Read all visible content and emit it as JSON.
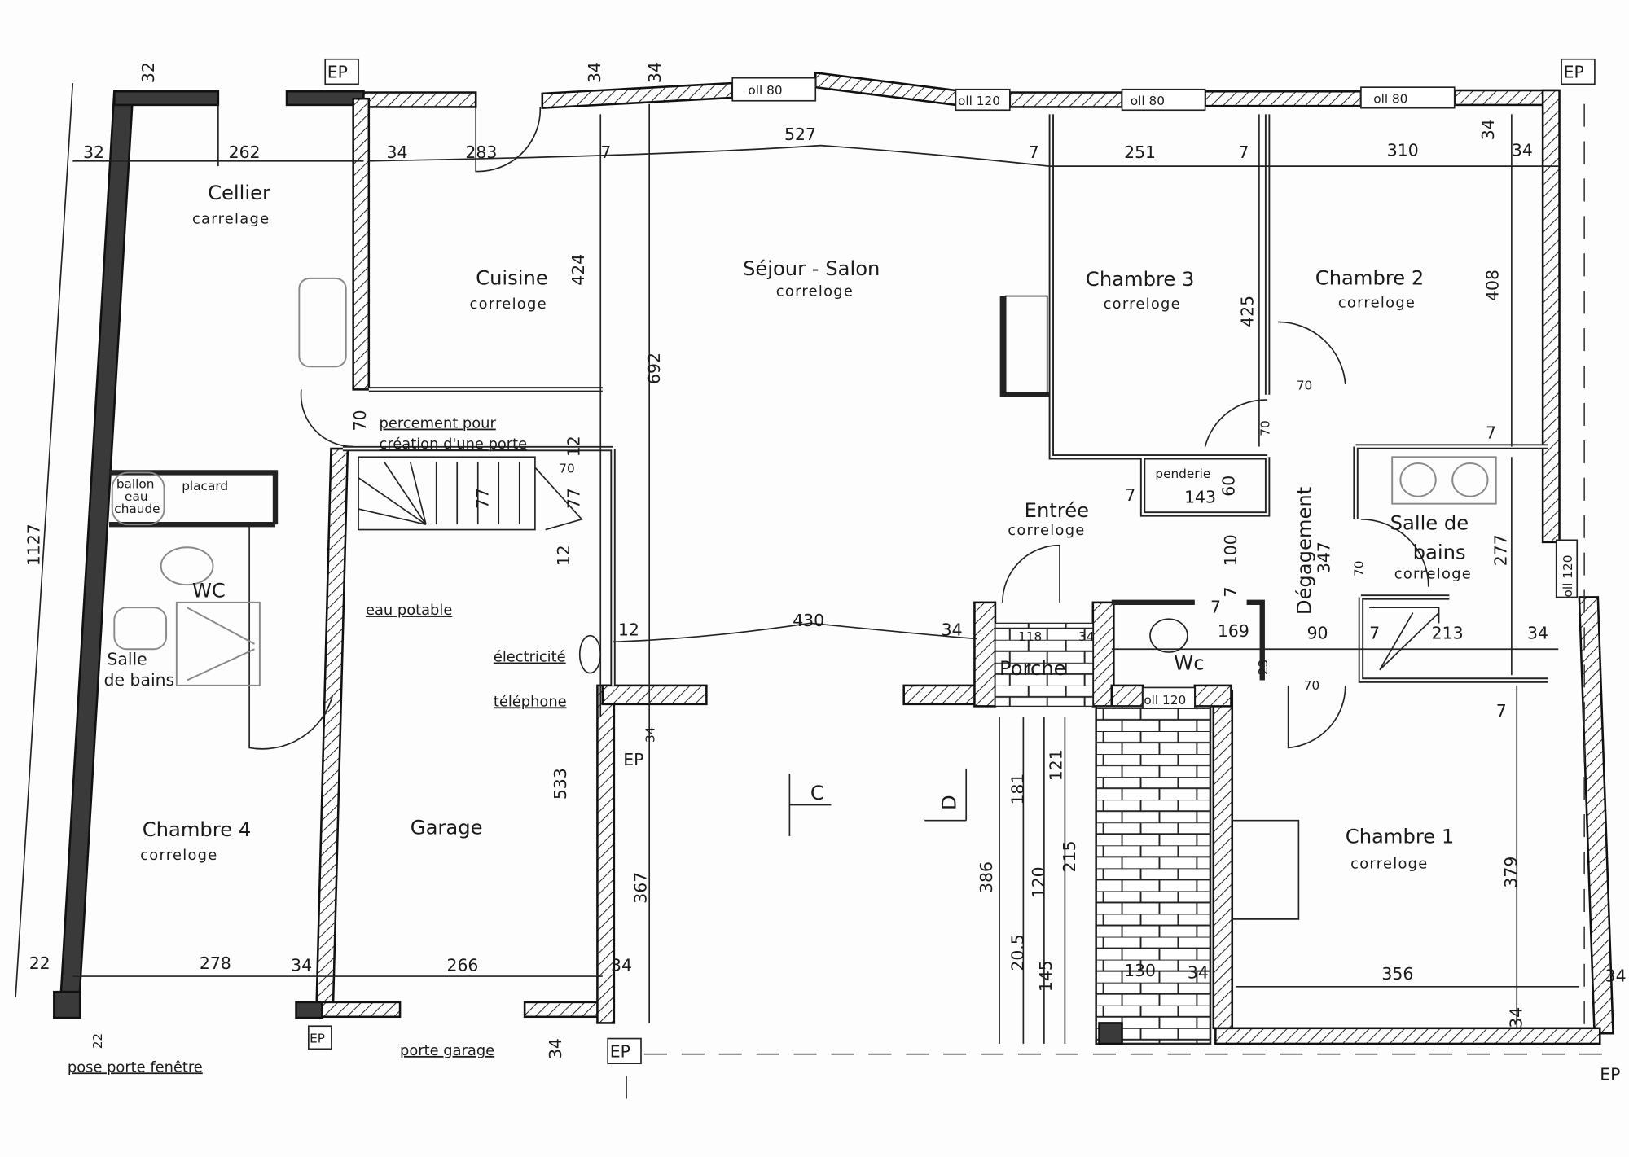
{
  "rooms": [
    {
      "name": "Cellier",
      "floor": "carrelage"
    },
    {
      "name": "Cuisine",
      "floor": "correloge"
    },
    {
      "name": "Séjour - Salon",
      "floor": "correloge"
    },
    {
      "name": "Chambre 3",
      "floor": "correloge"
    },
    {
      "name": "Chambre 2",
      "floor": "correloge"
    },
    {
      "name": "Entrée",
      "floor": "correloge"
    },
    {
      "name": "Dégagement",
      "floor": ""
    },
    {
      "name": "Salle de",
      "floor": "correloge",
      "name2": "bains"
    },
    {
      "name": "Chambre 4",
      "floor": "correloge"
    },
    {
      "name": "Garage",
      "floor": ""
    },
    {
      "name": "Chambre 1",
      "floor": "correloge"
    },
    {
      "name": "Porche",
      "floor": ""
    },
    {
      "name": "Wc",
      "floor": ""
    },
    {
      "name": "WC",
      "floor": ""
    },
    {
      "name": "Salle",
      "floor": "",
      "name2": "de bains"
    },
    {
      "name": "penderie",
      "floor": ""
    }
  ],
  "annotations": {
    "percement": "percement pour",
    "percement2": "création d'une porte",
    "placard": "placard",
    "ballon1": "ballon",
    "ballon2": "eau",
    "ballon3": "chaude",
    "eau": "eau potable",
    "electricite": "électricité",
    "telephone": "téléphone",
    "porte_fenetre": "pose porte fenêtre",
    "porte_garage": "porte garage"
  },
  "markers": {
    "ep": "EP",
    "section_c": "C",
    "section_d": "D"
  },
  "windows": {
    "w80": "oll 80",
    "w120": "oll 120",
    "w120v": "oll 120"
  },
  "dimensions": {
    "d32a": "32",
    "d32b": "32",
    "d262": "262",
    "d34a": "34",
    "d283": "283",
    "d7a": "7",
    "d527": "527",
    "d7b": "7",
    "d251": "251",
    "d7c": "7",
    "d310": "310",
    "d34b": "34",
    "d34c": "34",
    "d34d": "34",
    "d34e": "34",
    "d424": "424",
    "d692": "692",
    "d425": "425",
    "d408": "408",
    "d1127": "1127",
    "d70a": "70",
    "d12a": "12",
    "d70b": "70",
    "d77a": "77",
    "d77b": "77",
    "d12b": "12",
    "d12c": "12",
    "d430": "430",
    "d34f": "34",
    "d118": "118",
    "d34g": "34",
    "d169": "169",
    "d90": "90",
    "d7d": "7",
    "d213": "213",
    "d34h": "34",
    "d70c": "70",
    "d70d": "70",
    "d70e": "70",
    "d70f": "70",
    "d7e": "7",
    "d7f": "7",
    "d143": "143",
    "d60": "60",
    "d100": "100",
    "d7g": "7",
    "d347": "347",
    "d277": "277",
    "d23": "23",
    "d7h": "7",
    "d7i": "7",
    "d533": "533",
    "d367": "367",
    "d34i": "34",
    "d386": "386",
    "d181": "181",
    "d121": "121",
    "d120": "120",
    "d215": "215",
    "d205": "20.5",
    "d145": "145",
    "d130": "130",
    "d34j": "34",
    "d356": "356",
    "d379": "379",
    "d34k": "34",
    "d34l": "34",
    "d22a": "22",
    "d278": "278",
    "d34m": "34",
    "d22b": "22",
    "d266": "266",
    "d34n": "34",
    "d34o": "34"
  }
}
